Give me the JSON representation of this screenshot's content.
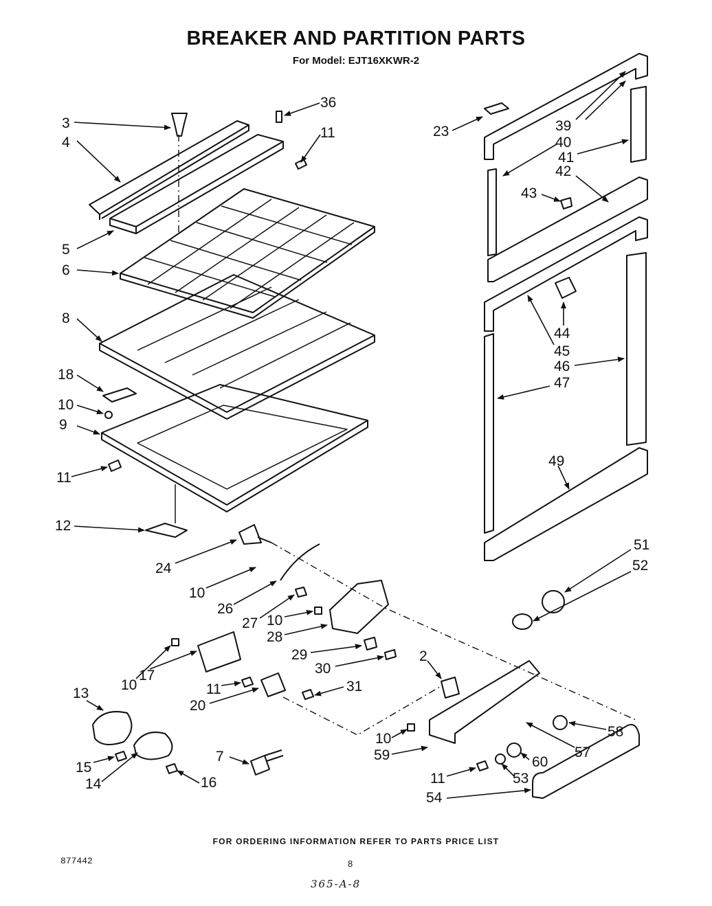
{
  "title": "BREAKER AND PARTITION PARTS",
  "subtitle": "For Model: EJT16XKWR-2",
  "footer": "FOR ORDERING INFORMATION REFER TO PARTS PRICE LIST",
  "document_number": "877442",
  "page_number": "8",
  "handwritten_note": "365-A-8",
  "callouts": [
    {
      "id": "c3",
      "text": "3"
    },
    {
      "id": "c4",
      "text": "4"
    },
    {
      "id": "c36",
      "text": "36"
    },
    {
      "id": "c11a",
      "text": "11"
    },
    {
      "id": "c5",
      "text": "5"
    },
    {
      "id": "c6",
      "text": "6"
    },
    {
      "id": "c8",
      "text": "8"
    },
    {
      "id": "c18",
      "text": "18"
    },
    {
      "id": "c10a",
      "text": "10"
    },
    {
      "id": "c9",
      "text": "9"
    },
    {
      "id": "c11b",
      "text": "11"
    },
    {
      "id": "c12",
      "text": "12"
    },
    {
      "id": "c23",
      "text": "23"
    },
    {
      "id": "c39",
      "text": "39"
    },
    {
      "id": "c40",
      "text": "40"
    },
    {
      "id": "c41",
      "text": "41"
    },
    {
      "id": "c42",
      "text": "42"
    },
    {
      "id": "c43",
      "text": "43"
    },
    {
      "id": "c44",
      "text": "44"
    },
    {
      "id": "c45",
      "text": "45"
    },
    {
      "id": "c46",
      "text": "46"
    },
    {
      "id": "c47",
      "text": "47"
    },
    {
      "id": "c49",
      "text": "49"
    },
    {
      "id": "c51",
      "text": "51"
    },
    {
      "id": "c52",
      "text": "52"
    },
    {
      "id": "c24",
      "text": "24"
    },
    {
      "id": "c10b",
      "text": "10"
    },
    {
      "id": "c26",
      "text": "26"
    },
    {
      "id": "c27",
      "text": "27"
    },
    {
      "id": "c10c",
      "text": "10"
    },
    {
      "id": "c28",
      "text": "28"
    },
    {
      "id": "c29",
      "text": "29"
    },
    {
      "id": "c30",
      "text": "30"
    },
    {
      "id": "c2",
      "text": "2"
    },
    {
      "id": "c31",
      "text": "31"
    },
    {
      "id": "c10d",
      "text": "10"
    },
    {
      "id": "c17",
      "text": "17"
    },
    {
      "id": "c11c",
      "text": "11"
    },
    {
      "id": "c20",
      "text": "20"
    },
    {
      "id": "c13",
      "text": "13"
    },
    {
      "id": "c7",
      "text": "7"
    },
    {
      "id": "c15",
      "text": "15"
    },
    {
      "id": "c14",
      "text": "14"
    },
    {
      "id": "c16",
      "text": "16"
    },
    {
      "id": "c10e",
      "text": "10"
    },
    {
      "id": "c59",
      "text": "59"
    },
    {
      "id": "c11d",
      "text": "11"
    },
    {
      "id": "c54",
      "text": "54"
    },
    {
      "id": "c53",
      "text": "53"
    },
    {
      "id": "c60",
      "text": "60"
    },
    {
      "id": "c57",
      "text": "57"
    },
    {
      "id": "c58",
      "text": "58"
    }
  ]
}
